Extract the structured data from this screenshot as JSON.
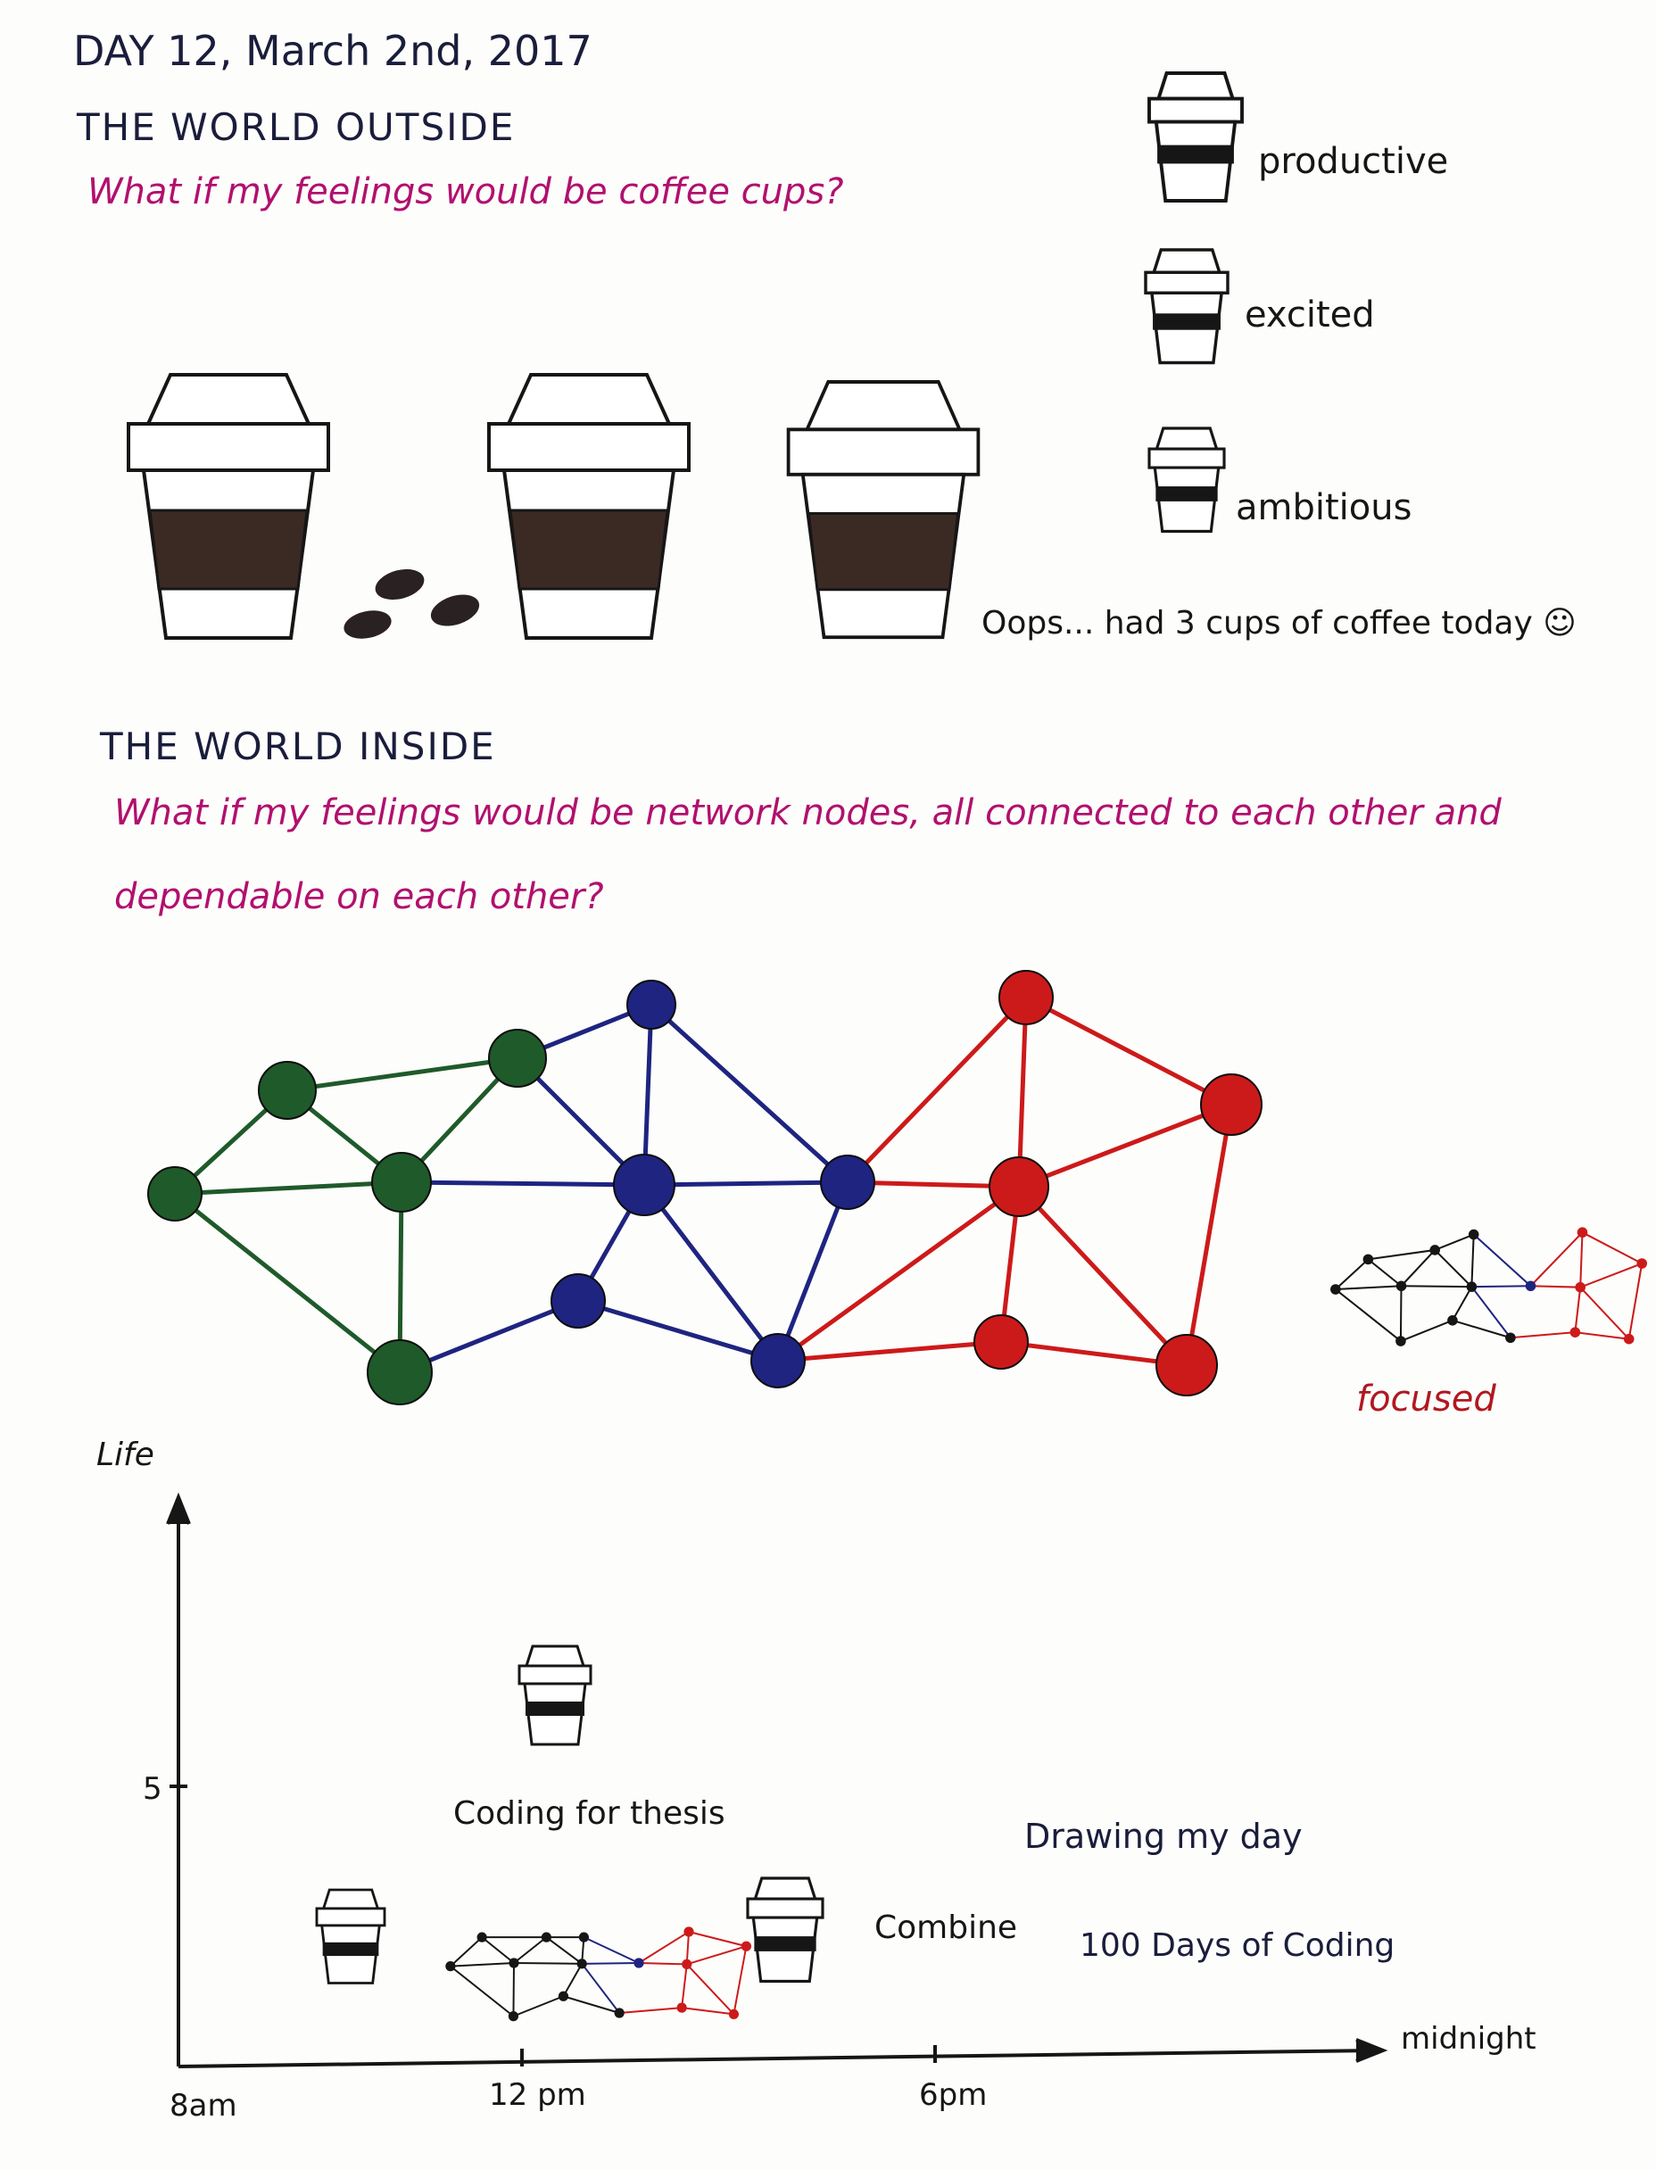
{
  "header": {
    "date": "DAY 12, March 2nd, 2017"
  },
  "outside": {
    "title": "THE WORLD OUTSIDE",
    "question": "What if my feelings would be coffee cups?",
    "note": "Oops... had 3 cups of coffee today",
    "smiley": "☺"
  },
  "legend": {
    "items": [
      {
        "label": "productive"
      },
      {
        "label": "excited"
      },
      {
        "label": "ambitious"
      }
    ],
    "focused_label": "focused"
  },
  "inside": {
    "title": "THE WORLD INSIDE",
    "question_line1": "What if my feelings would be network nodes, all connected to each other and",
    "question_line2": "dependable on each other?"
  },
  "colors": {
    "green": "#1f5a2a",
    "blue": "#1e2480",
    "red": "#cc1a1a",
    "coffee": "#3b2a24",
    "ink": "#161616"
  },
  "timeline": {
    "y_axis_label": "Life",
    "y_tick": "5",
    "x_ticks": [
      "8am",
      "12 pm",
      "6pm",
      "midnight"
    ],
    "labels": {
      "coding_thesis": "Coding for thesis",
      "drawing_day": "Drawing my day",
      "combine": "Combine",
      "hundred_days": "100 Days of Coding"
    }
  }
}
